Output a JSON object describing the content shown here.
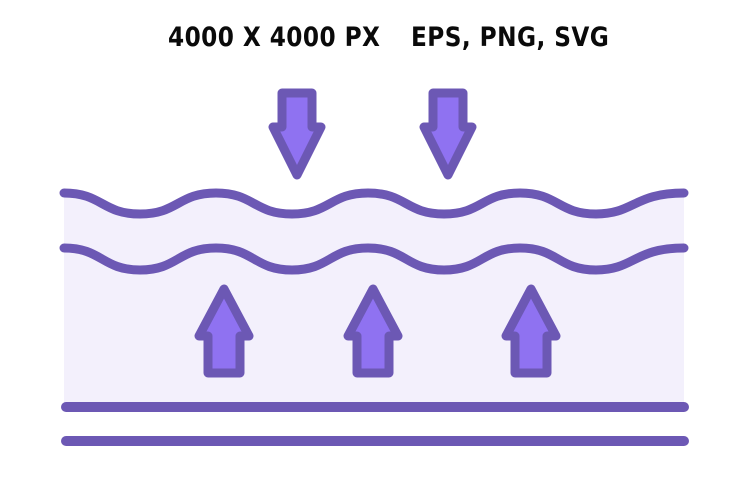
{
  "captions": {
    "size": "4000 X 4000 PX",
    "formats": "EPS, PNG, SVG"
  },
  "colors": {
    "outline": "#6c58b4",
    "arrow_fill": "#8f72f1",
    "panel_fill": "#f3f0fc",
    "text": "#0a0a0a"
  },
  "icons": {
    "down_arrows": [
      "down-arrow-icon",
      "down-arrow-icon"
    ],
    "up_arrows": [
      "up-arrow-icon",
      "up-arrow-icon",
      "up-arrow-icon"
    ],
    "wave_lines": [
      "wave-line",
      "wave-line"
    ],
    "flat_lines": [
      "flat-line",
      "flat-line"
    ]
  }
}
